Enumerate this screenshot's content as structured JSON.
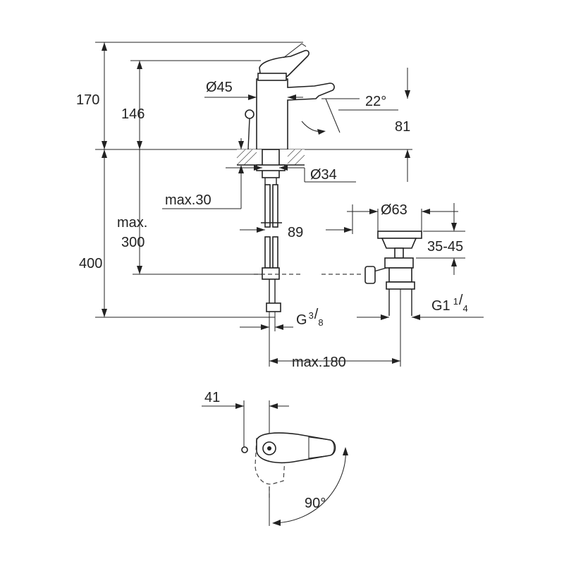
{
  "dimensions": {
    "height_total": "170",
    "height_spout": "146",
    "body_diameter": "Ø45",
    "spout_angle": "22°",
    "spout_reach": "81",
    "hole_diameter": "Ø34",
    "max_thickness": "max.30",
    "supply_max_line1": "max.",
    "supply_max_line2": "300",
    "hose_length": "400",
    "waste_offset": "89",
    "waste_diameter": "Ø63",
    "waste_range": "35-45",
    "waste_thread_base": "G1",
    "waste_thread_num": "1",
    "waste_thread_den": "4",
    "supply_thread_base": "G",
    "supply_thread_num": "3",
    "supply_thread_den": "8",
    "waste_max_distance": "max.180",
    "lever_offset": "41",
    "rotation_angle": "90°"
  }
}
